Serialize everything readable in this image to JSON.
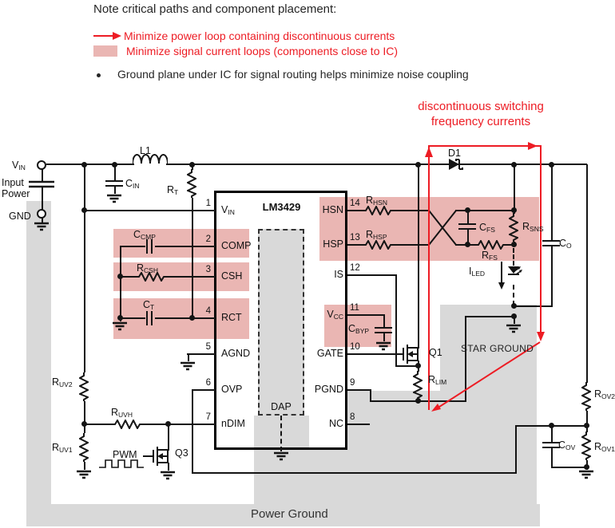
{
  "legend": {
    "title": "Note critical paths and component placement:",
    "power_loop": "Minimize power loop containing discontinuous currents",
    "signal_loops": "Minimize signal current loops (components close to IC)",
    "ground_plane": "Ground plane under IC for signal routing helps minimize noise coupling"
  },
  "annotations": {
    "disc1": "discontinuous switching",
    "disc2": "frequency currents",
    "star_ground": "STAR GROUND",
    "power_ground": "Power Ground",
    "input1": "Input",
    "input2": "Power",
    "gnd": "GND",
    "pwm": "PWM"
  },
  "ic": {
    "name": "LM3429",
    "dap": "DAP",
    "left_pins": [
      {
        "n": "1",
        "m": "V",
        "s": "IN"
      },
      {
        "n": "2",
        "m": "COMP",
        "s": ""
      },
      {
        "n": "3",
        "m": "CSH",
        "s": ""
      },
      {
        "n": "4",
        "m": "RCT",
        "s": ""
      },
      {
        "n": "5",
        "m": "AGND",
        "s": ""
      },
      {
        "n": "6",
        "m": "OVP",
        "s": ""
      },
      {
        "n": "7",
        "m": "nDIM",
        "s": ""
      }
    ],
    "right_pins": [
      {
        "n": "14",
        "m": "HSN",
        "s": ""
      },
      {
        "n": "13",
        "m": "HSP",
        "s": ""
      },
      {
        "n": "12",
        "m": "IS",
        "s": ""
      },
      {
        "n": "11",
        "m": "V",
        "s": "CC"
      },
      {
        "n": "10",
        "m": "GATE",
        "s": ""
      },
      {
        "n": "9",
        "m": "PGND",
        "s": ""
      },
      {
        "n": "8",
        "m": "NC",
        "s": ""
      }
    ]
  },
  "components": {
    "vin": {
      "m": "V",
      "s": "IN"
    },
    "l1": {
      "m": "L1",
      "s": ""
    },
    "cin": {
      "m": "C",
      "s": "IN"
    },
    "rt": {
      "m": "R",
      "s": "T"
    },
    "ccmp": {
      "m": "C",
      "s": "CMP"
    },
    "rcsh": {
      "m": "R",
      "s": "CSH"
    },
    "ct": {
      "m": "C",
      "s": "T"
    },
    "ruv2": {
      "m": "R",
      "s": "UV2"
    },
    "ruvh": {
      "m": "R",
      "s": "UVH"
    },
    "ruv1": {
      "m": "R",
      "s": "UV1"
    },
    "q3": {
      "m": "Q3",
      "s": ""
    },
    "d1": {
      "m": "D1",
      "s": ""
    },
    "rhsn": {
      "m": "R",
      "s": "HSN"
    },
    "rhsp": {
      "m": "R",
      "s": "HSP"
    },
    "cfs": {
      "m": "C",
      "s": "FS"
    },
    "rfs": {
      "m": "R",
      "s": "FS"
    },
    "rsns": {
      "m": "R",
      "s": "SNS"
    },
    "co": {
      "m": "C",
      "s": "O"
    },
    "iled": {
      "m": "I",
      "s": "LED"
    },
    "cbyp": {
      "m": "C",
      "s": "BYP"
    },
    "q1": {
      "m": "Q1",
      "s": ""
    },
    "rlim": {
      "m": "R",
      "s": "LIM"
    },
    "rov2": {
      "m": "R",
      "s": "OV2"
    },
    "rov1": {
      "m": "R",
      "s": "OV1"
    },
    "cov": {
      "m": "C",
      "s": "OV"
    }
  },
  "colors": {
    "accent_red": "#ed1c24",
    "highlight_pink": "#eab6b3",
    "plane_gray": "#d9d9d9"
  }
}
